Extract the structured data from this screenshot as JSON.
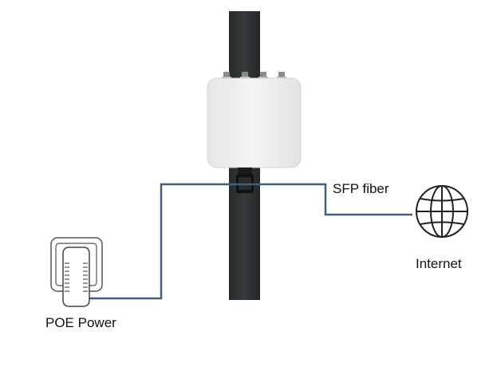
{
  "labels": {
    "sfp_fiber": "SFP fiber",
    "internet": "Internet",
    "poe_power": "POE Power"
  },
  "icons": {
    "device": "outdoor-access-point-icon",
    "internet": "globe-icon",
    "power": "poe-wall-socket-icon"
  },
  "colors": {
    "cable": "#3d5f80",
    "pole": "#2f3435",
    "device_body": "#efefef"
  }
}
